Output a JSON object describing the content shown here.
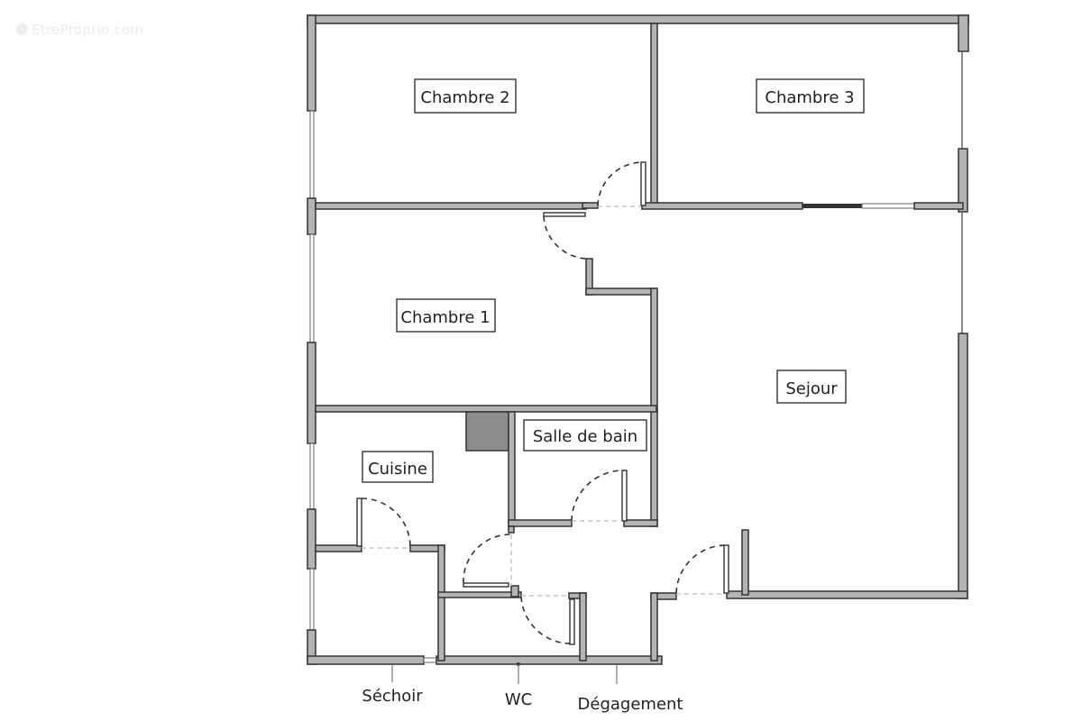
{
  "watermark": {
    "text": "EtreProprio.com",
    "icon": "logo-circle-icon"
  },
  "plan": {
    "type": "apartment-floor-plan",
    "rooms": [
      {
        "id": "chambre2",
        "label": "Chambre 2"
      },
      {
        "id": "chambre3",
        "label": "Chambre 3"
      },
      {
        "id": "chambre1",
        "label": "Chambre 1"
      },
      {
        "id": "sejour",
        "label": "Sejour"
      },
      {
        "id": "salle_de_bain",
        "label": "Salle de bain"
      },
      {
        "id": "cuisine",
        "label": "Cuisine"
      }
    ],
    "external_labels": [
      {
        "id": "sechoir",
        "label": "Séchoir"
      },
      {
        "id": "wc",
        "label": "WC"
      },
      {
        "id": "degagement",
        "label": "Dégagement"
      }
    ],
    "colors": {
      "wall_fill": "#b4b4b4",
      "wall_stroke": "#333333",
      "duct_fill": "#8c8c8c",
      "sliding_panel": "#333333"
    }
  }
}
